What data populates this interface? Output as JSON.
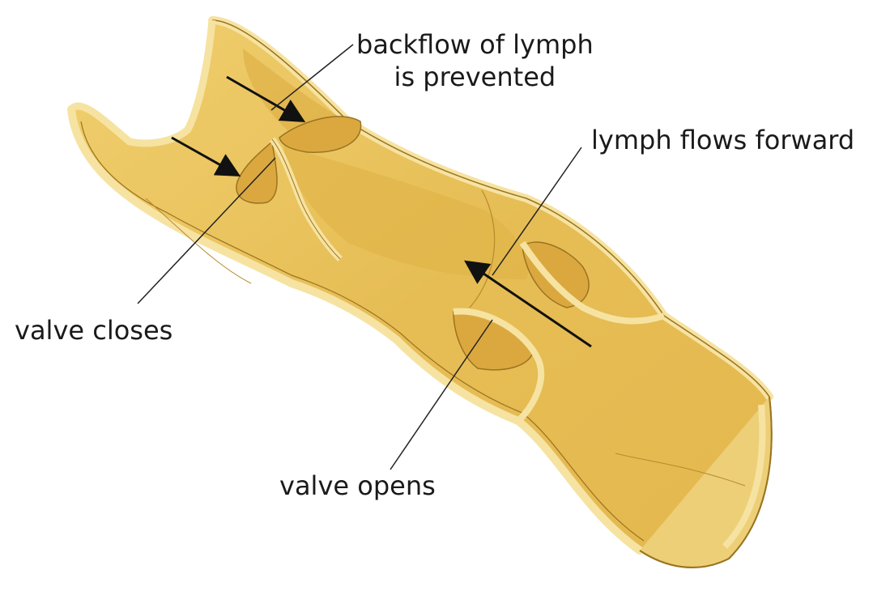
{
  "labels": {
    "backflow_line1": "backflow of lymph",
    "backflow_line2": "is prevented",
    "lymph_flows_forward": "lymph flows forward",
    "valve_closes": "valve closes",
    "valve_opens": "valve opens"
  },
  "colors": {
    "vessel_fill": "#e9c25b",
    "vessel_dark": "#d9a73c",
    "vessel_light": "#f6e3a2",
    "outline": "#9a7320",
    "arrow": "#111111",
    "leader": "#222222"
  }
}
